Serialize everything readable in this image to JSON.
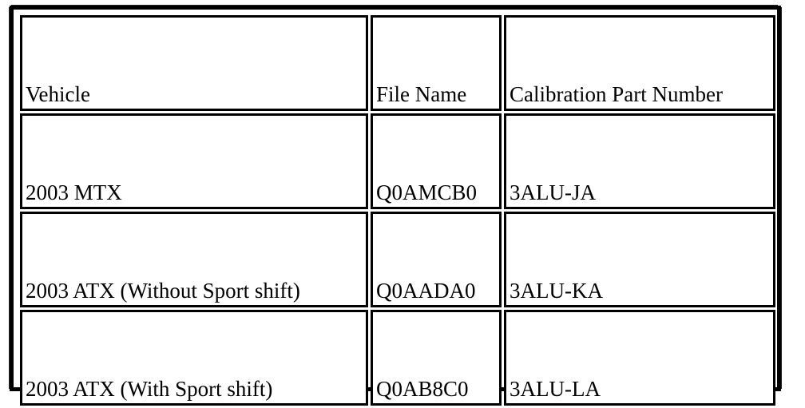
{
  "document": {
    "type": "scanned-table",
    "background_color": "#ffffff",
    "ink_color": "#000000"
  },
  "table": {
    "name": "calibration-part-number-table",
    "columns": [
      {
        "key": "vehicle",
        "header": "Vehicle"
      },
      {
        "key": "filename",
        "header": "File Name"
      },
      {
        "key": "calpart",
        "header": "Calibration Part Number"
      }
    ],
    "headers": {
      "vehicle": "Vehicle",
      "filename": "File Name",
      "calpart": "Calibration Part Number"
    },
    "rows": [
      {
        "vehicle": "2003 MTX",
        "filename": "Q0AMCB0",
        "calpart": "3ALU-JA"
      },
      {
        "vehicle": "2003 ATX (Without Sport shift)",
        "filename": "Q0AADA0",
        "calpart": "3ALU-KA"
      },
      {
        "vehicle": "2003 ATX (With Sport shift)",
        "filename": "Q0AB8C0",
        "calpart": "3ALU-LA"
      }
    ]
  }
}
